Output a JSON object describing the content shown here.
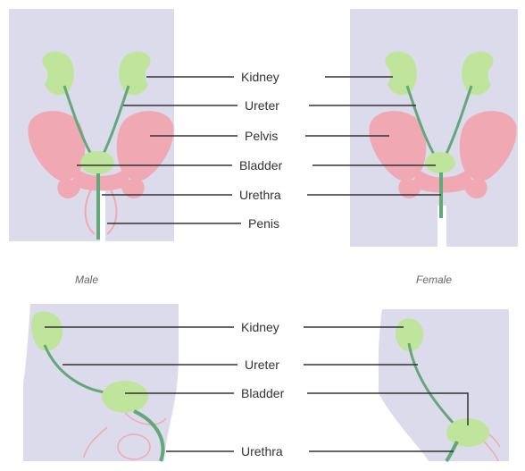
{
  "colors": {
    "body": "#dcdbec",
    "pelvis": "#f0a9b3",
    "organ": "#bfe59c",
    "tube": "#63a878",
    "line": "#333333",
    "caption": "#666666"
  },
  "top_labels": {
    "kidney": "Kidney",
    "ureter": "Ureter",
    "pelvis": "Pelvis",
    "bladder": "Bladder",
    "urethra": "Urethra",
    "penis": "Penis"
  },
  "captions": {
    "male": "Male",
    "female": "Female"
  },
  "bottom_labels": {
    "kidney": "Kidney",
    "ureter": "Ureter",
    "bladder": "Bladder",
    "urethra": "Urethra"
  }
}
